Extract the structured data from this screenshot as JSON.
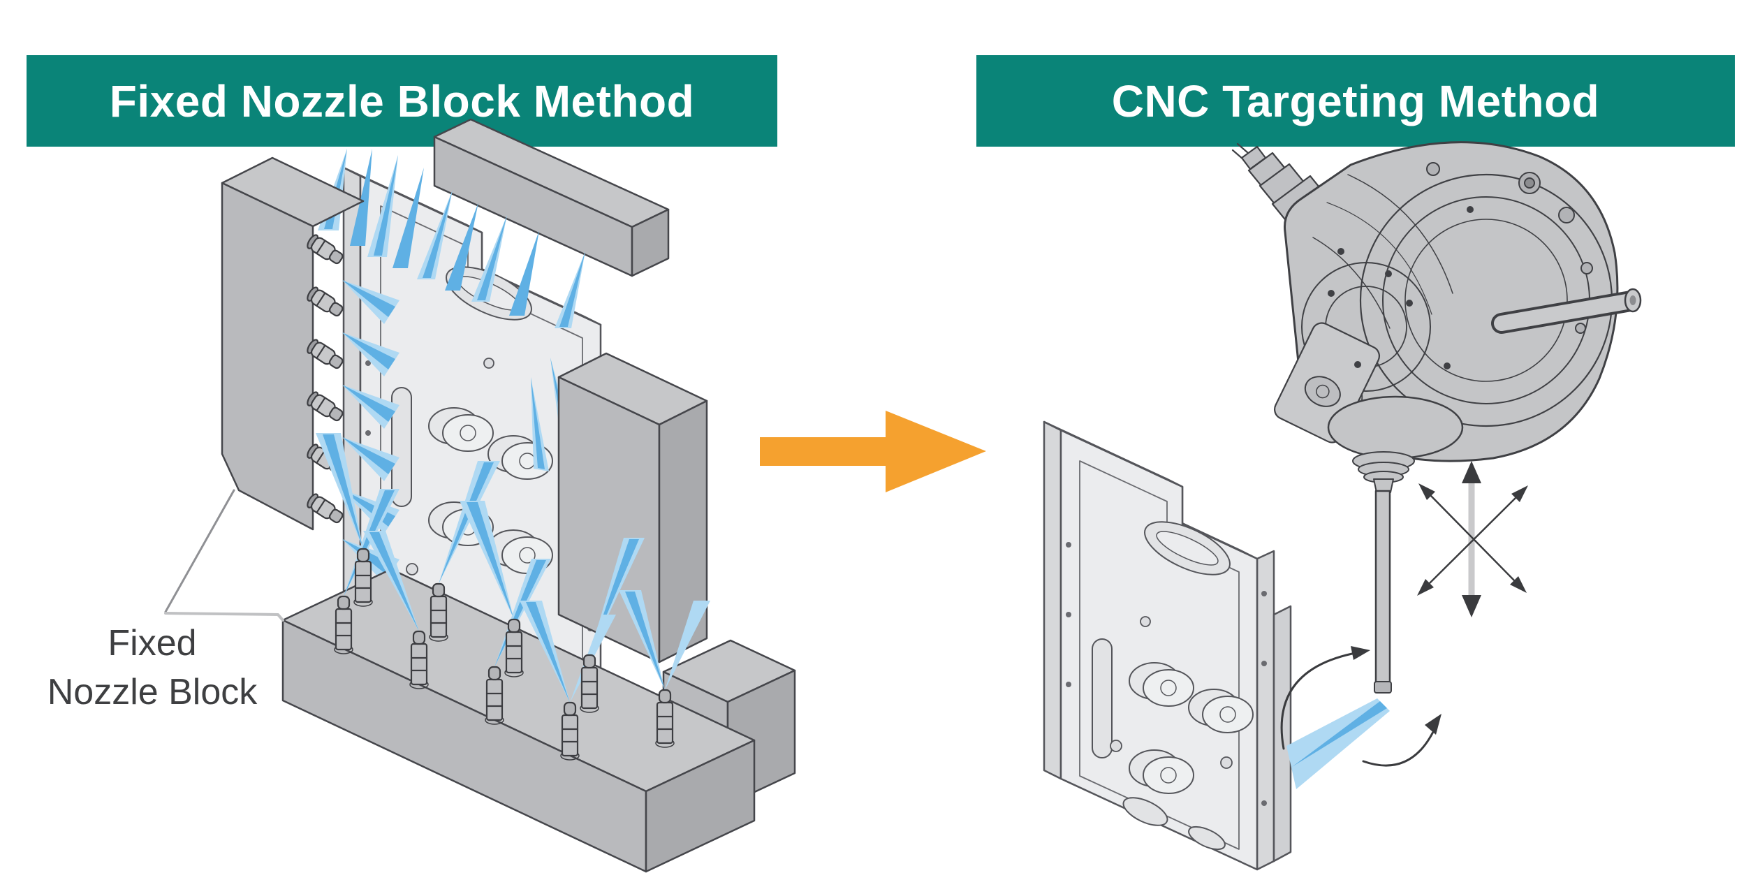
{
  "page": {
    "background_color": "#ffffff"
  },
  "colors": {
    "header_teal": "#0a8478",
    "header_text": "#ffffff",
    "transition_arrow_orange": "#f5a12f",
    "jet_blue": "#5fb0e4",
    "jet_blue_light": "#afd9f3",
    "nozzle_block_gray": "#b9babd",
    "workpiece_gray": "#ebecee",
    "outline_dark": "#45464b",
    "annotation_text": "#3e3f41",
    "leader_line_gray": "#9b9c9f"
  },
  "panels": [
    {
      "id": "fixed-nozzle-block-method",
      "title": "Fixed Nozzle Block Method",
      "annotation": {
        "line1": "Fixed",
        "line2": "Nozzle Block"
      }
    },
    {
      "id": "cnc-targeting-method",
      "title": "CNC Targeting Method"
    }
  ],
  "transition_arrow": {
    "icon": "right-arrow-icon",
    "color": "#f5a12f"
  }
}
